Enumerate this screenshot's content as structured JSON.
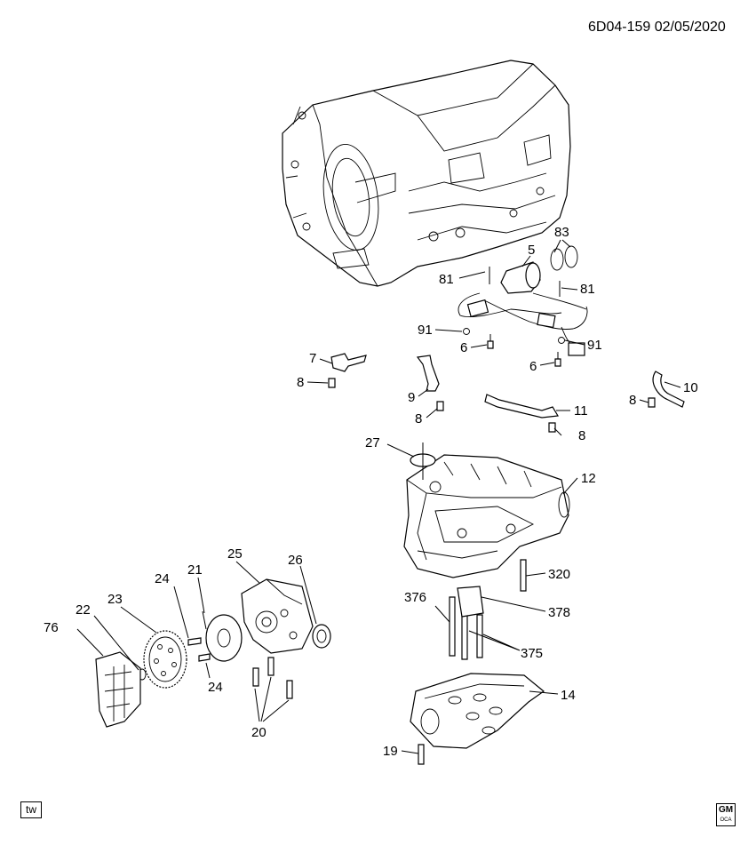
{
  "header": {
    "drawing_id": "6D04-159",
    "date": "02/05/2020"
  },
  "callouts": [
    {
      "id": "c83",
      "label": "83"
    },
    {
      "id": "c5",
      "label": "5"
    },
    {
      "id": "c81a",
      "label": "81"
    },
    {
      "id": "c81b",
      "label": "81"
    },
    {
      "id": "c91a",
      "label": "91"
    },
    {
      "id": "c6a",
      "label": "6"
    },
    {
      "id": "c91b",
      "label": "91"
    },
    {
      "id": "c6b",
      "label": "6"
    },
    {
      "id": "c7",
      "label": "7"
    },
    {
      "id": "c8a",
      "label": "8"
    },
    {
      "id": "c9",
      "label": "9"
    },
    {
      "id": "c8b",
      "label": "8"
    },
    {
      "id": "c11",
      "label": "11"
    },
    {
      "id": "c8c",
      "label": "8"
    },
    {
      "id": "c8d",
      "label": "8"
    },
    {
      "id": "c10",
      "label": "10"
    },
    {
      "id": "c27",
      "label": "27"
    },
    {
      "id": "c12",
      "label": "12"
    },
    {
      "id": "c25",
      "label": "25"
    },
    {
      "id": "c26",
      "label": "26"
    },
    {
      "id": "c21",
      "label": "21"
    },
    {
      "id": "c24a",
      "label": "24"
    },
    {
      "id": "c23",
      "label": "23"
    },
    {
      "id": "c22",
      "label": "22"
    },
    {
      "id": "c76",
      "label": "76"
    },
    {
      "id": "c24b",
      "label": "24"
    },
    {
      "id": "c20",
      "label": "20"
    },
    {
      "id": "c320",
      "label": "320"
    },
    {
      "id": "c376",
      "label": "376"
    },
    {
      "id": "c378",
      "label": "378"
    },
    {
      "id": "c375",
      "label": "375"
    },
    {
      "id": "c14",
      "label": "14"
    },
    {
      "id": "c19",
      "label": "19"
    }
  ],
  "badges": {
    "corner_left": "tw",
    "logo_top": "GM",
    "logo_bottom": "OCA"
  }
}
